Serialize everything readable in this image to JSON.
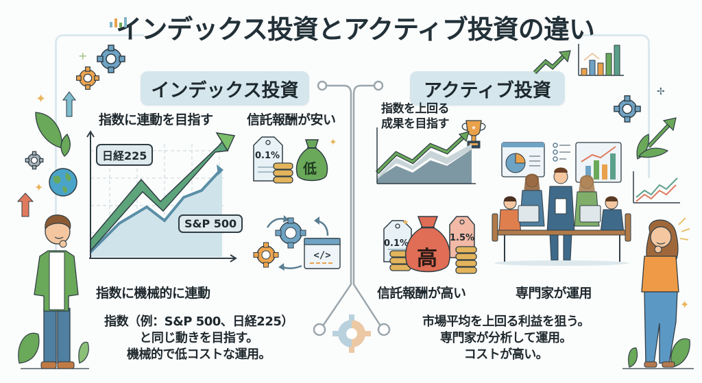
{
  "title": "インデックス投資とアクティブ投資の違い",
  "index": {
    "heading": "インデックス投資",
    "feature_tracking": "指数に連動を目指す",
    "feature_fee": "信託報酬が安い",
    "feature_mechanical": "指数に機械的に連動",
    "chart_labels": {
      "nikkei": "日経225",
      "sp500": "S&P 500"
    },
    "fee_tag": "0.1%",
    "bag_char": "低",
    "description": [
      "指数（例：S&P 500、日経225）",
      "と同じ動きを目指す。",
      "機械的で低コストな運用。"
    ]
  },
  "active": {
    "heading": "アクティブ投資",
    "feature_outperform": [
      "指数を上回る",
      "成果を目指す"
    ],
    "feature_fee": "信託報酬が高い",
    "feature_experts": "専門家が運用",
    "fee_tag_low": "0.1%",
    "fee_tag_high": "1.5%",
    "bag_char": "高",
    "description": [
      "市場平均を上回る利益を狙う。",
      "専門家が分析して運用。",
      "コストが高い。"
    ]
  },
  "colors": {
    "green": "#6aa85a",
    "blue": "#5a93b3",
    "orange": "#e9a14c",
    "red": "#de6a52",
    "pill_bg": "#d5e6ec",
    "text": "#1e282d"
  }
}
